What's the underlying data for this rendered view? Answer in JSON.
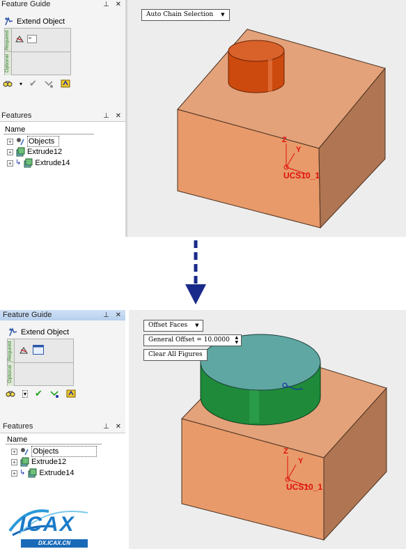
{
  "top": {
    "feature_guide": {
      "title": "Feature Guide",
      "operation_label": "Extend Object",
      "required_label": "Required",
      "optional_label": "Optional"
    },
    "features_panel": {
      "title": "Features",
      "column_header": "Name",
      "items": [
        {
          "label": "Objects"
        },
        {
          "label": "Extrude12"
        },
        {
          "label": "Extrude14"
        }
      ]
    },
    "viewport": {
      "mode_dropdown": "Auto Chain Selection",
      "axis_z": "Z",
      "axis_y": "Y",
      "ucs_label": "UCS10_1"
    }
  },
  "bottom": {
    "feature_guide": {
      "title": "Feature Guide",
      "operation_label": "Extend Object",
      "required_label": "Required",
      "optional_label": "Optional"
    },
    "features_panel": {
      "title": "Features",
      "column_header": "Name",
      "items": [
        {
          "label": "Objects"
        },
        {
          "label": "Extrude12"
        },
        {
          "label": "Extrude14"
        }
      ]
    },
    "viewport": {
      "mode_dropdown": "Offset Faces",
      "offset_field": "General Offset = 10.0000",
      "clear_button": "Clear All Figures",
      "axis_z": "Z",
      "axis_y": "Y",
      "ucs_label": "UCS10_1"
    }
  },
  "watermark": {
    "logo_text": "ICAX",
    "url_text": "DX.ICAX.CN"
  },
  "colors": {
    "box_front": "#e89a6a",
    "box_top": "#e3a27a",
    "box_side": "#b07552",
    "cyl_orange": "#cc4a0e",
    "cyl_green": "#1e8a3a",
    "cyl_top_teal": "#5fa7a2",
    "axis_red": "#e01010",
    "flow_arrow": "#1a2a8a"
  }
}
